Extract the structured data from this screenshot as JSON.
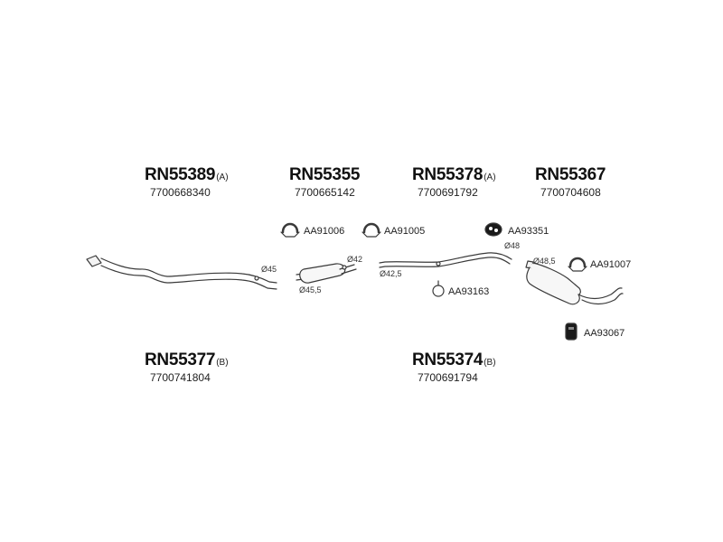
{
  "parts": {
    "p1": {
      "code": "RN55389",
      "suffix": "(A)",
      "oe": "7700668340"
    },
    "p2": {
      "code": "RN55355",
      "suffix": "",
      "oe": "7700665142"
    },
    "p3": {
      "code": "RN55378",
      "suffix": "(A)",
      "oe": "7700691792"
    },
    "p4": {
      "code": "RN55367",
      "suffix": "",
      "oe": "7700704608"
    },
    "p5": {
      "code": "RN55377",
      "suffix": "(B)",
      "oe": "7700741804"
    },
    "p6": {
      "code": "RN55374",
      "suffix": "(B)",
      "oe": "7700691794"
    }
  },
  "accessories": {
    "a1": "AA91006",
    "a2": "AA91005",
    "a3": "AA93351",
    "a4": "AA91007",
    "a5": "AA93163",
    "a6": "AA93067"
  },
  "diameters": {
    "d1": "Ø45",
    "d2": "Ø42",
    "d3": "Ø45,5",
    "d4": "Ø48",
    "d5": "Ø42,5",
    "d6": "Ø48,5"
  }
}
